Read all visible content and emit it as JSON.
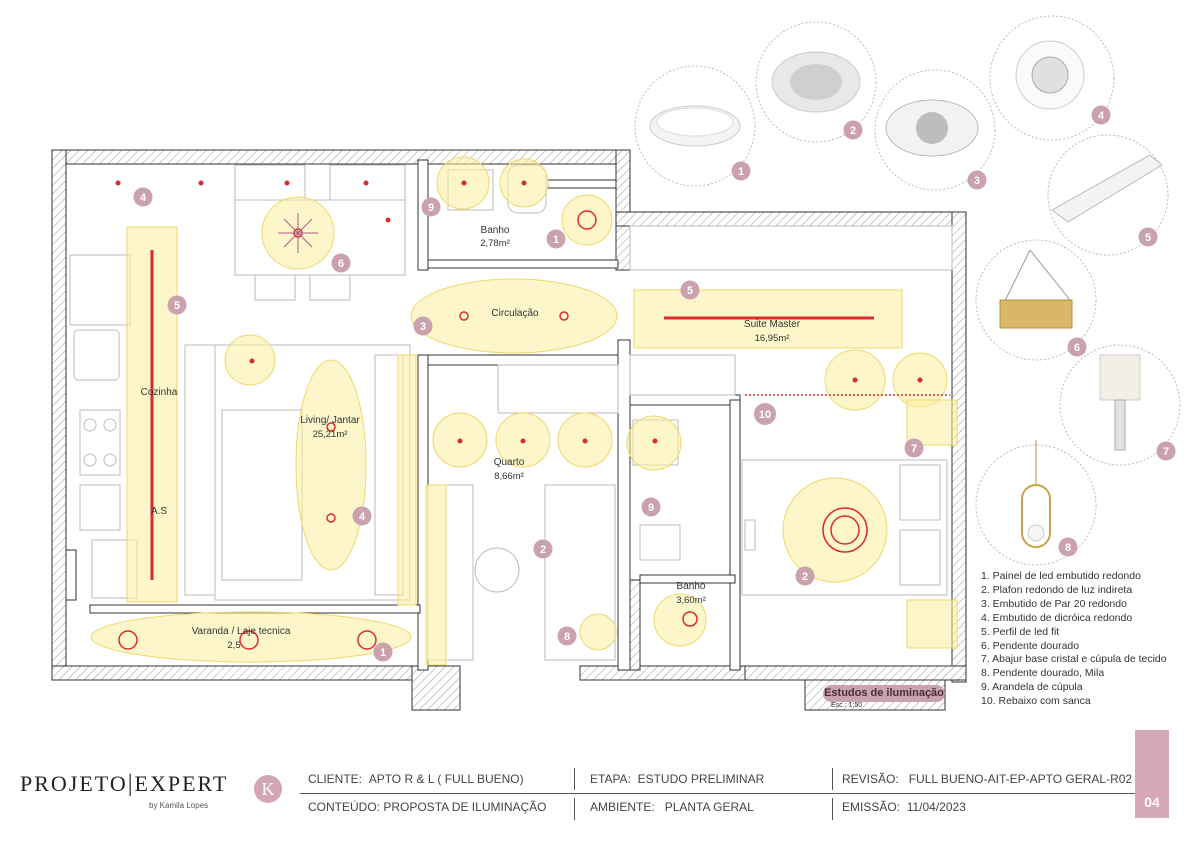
{
  "rooms": {
    "banho1": "Banho",
    "banho1_area": "2,78m²",
    "circulacao": "Circulação",
    "suite": "Suite Master",
    "suite_area": "16,95m²",
    "cozinha": "Cozinha",
    "as": "A.S",
    "living": "Living/ Jantar",
    "living_area": "25,21m²",
    "quarto": "Quarto",
    "quarto_area": "8,66m²",
    "banho2": "Banho",
    "banho2_area": "3,60m²",
    "varanda": "Varanda / Laje tecnica",
    "varanda_area": "2,5"
  },
  "markers": [
    "1",
    "2",
    "3",
    "4",
    "5",
    "6",
    "7",
    "8",
    "9",
    "10"
  ],
  "legend": [
    "1. Painel de led embutido redondo",
    "2. Plafon redondo de luz indireta",
    "3. Embutido de Par 20 redondo",
    "4. Embutido de dicróica redondo",
    "5. Perfil de led fit",
    "6. Pendente dourado",
    "7. Abajur base cristal e cúpula de tecido",
    "8. Pendente dourado, Mila",
    "9. Arandela de cúpula",
    "10. Rebaixo com sanca"
  ],
  "study": {
    "title": "Estudos de iluminação",
    "scale": "Esc.: 1:50"
  },
  "titleblock": {
    "cliente_label": "CLIENTE:",
    "cliente": "APTO R & L ( FULL BUENO)",
    "etapa_label": "ETAPA:",
    "etapa": "ESTUDO PRELIMINAR",
    "revisao_label": "REVISÃO:",
    "revisao": "FULL BUENO-AIT-EP-APTO GERAL-R02",
    "conteudo_label": "CONTEÚDO:",
    "conteudo": "PROPOSTA DE ILUMINAÇÃO",
    "ambiente_label": "AMBIENTE:",
    "ambiente": "PLANTA GERAL",
    "emissao_label": "EMISSÃO:",
    "emissao": "11/04/2023"
  },
  "brand": {
    "name_a": "PROJETO",
    "name_b": "EXPERT",
    "sub": "by Kamila Lopes",
    "initial": "K"
  },
  "page_number": "04",
  "colors": {
    "marker": "#c9a2ae",
    "glow": "#fbeea0",
    "light": "#d92c2c",
    "accent": "#d6a8b5"
  }
}
